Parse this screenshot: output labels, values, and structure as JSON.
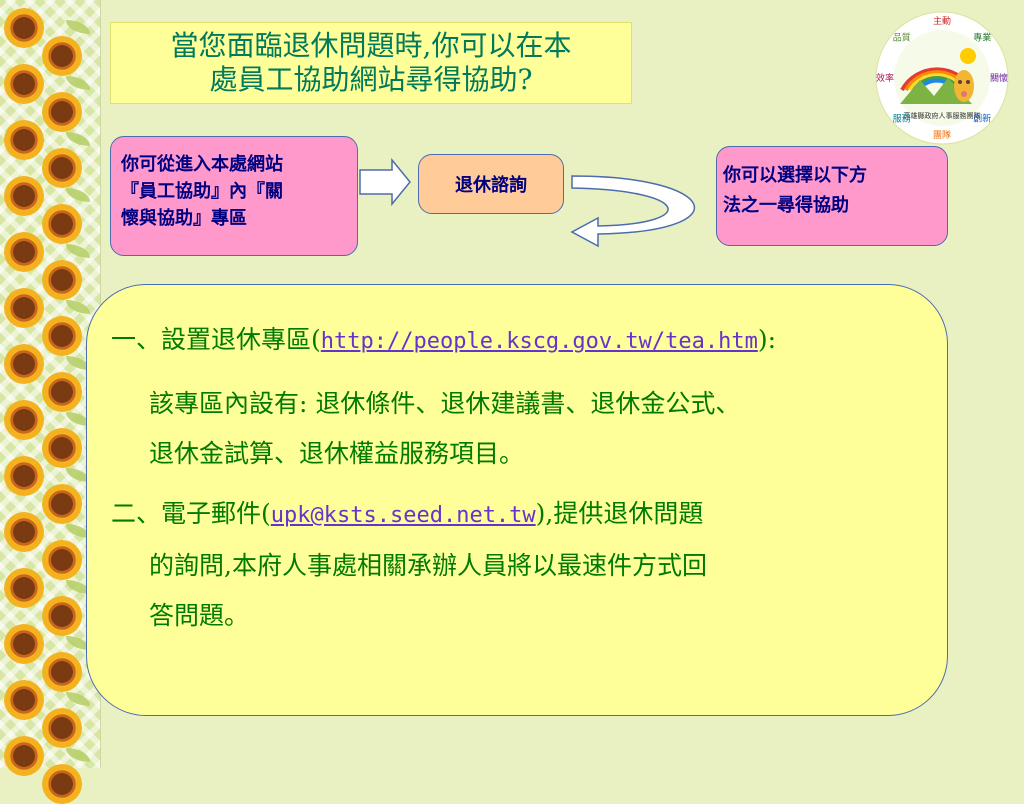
{
  "title": "當您面臨退休問題時,你可以在本\n處員工協助網站尋得協助?",
  "flow": {
    "left_text": "你可從進入本處網站\n『員工協助』內『關\n懷與協助』專區",
    "middle_text": "退休諮詢",
    "right_text": "你可以選擇以下方\n法之一尋得協助"
  },
  "logo": {
    "ring_labels": [
      "主動",
      "專業",
      "關懷",
      "創新",
      "團隊",
      "服務",
      "效率",
      "品質"
    ],
    "caption": "高雄縣政府人事服務團隊",
    "colors": {
      "sun": "#ffcc00",
      "giraffe": "#f2b632",
      "rainbow_red": "#e53935"
    }
  },
  "content": {
    "item1_prefix": "一、設置退休專區(",
    "item1_link": "http://people.kscg.gov.tw/tea.htm",
    "item1_suffix": "):",
    "item1_body_line1": "該專區內設有: 退休條件、退休建議書、退休金公式、",
    "item1_body_line2": "退休金試算、退休權益服務項目。",
    "item2_prefix": "二、電子郵件(",
    "item2_link": "upk@ksts.seed.net.tw",
    "item2_suffix": "),提供退休問題",
    "item2_line2": "的詢問,本府人事處相關承辦人員將以最速件方式回",
    "item2_line3": "答問題。"
  },
  "colors": {
    "background": "#e9f0c2",
    "title_bg": "#ffff99",
    "title_text": "#007a5a",
    "pink_box": "#ff99cc",
    "orange_box": "#ffcc99",
    "box_text": "#000080",
    "content_text": "#007a00",
    "link": "#6633cc"
  }
}
